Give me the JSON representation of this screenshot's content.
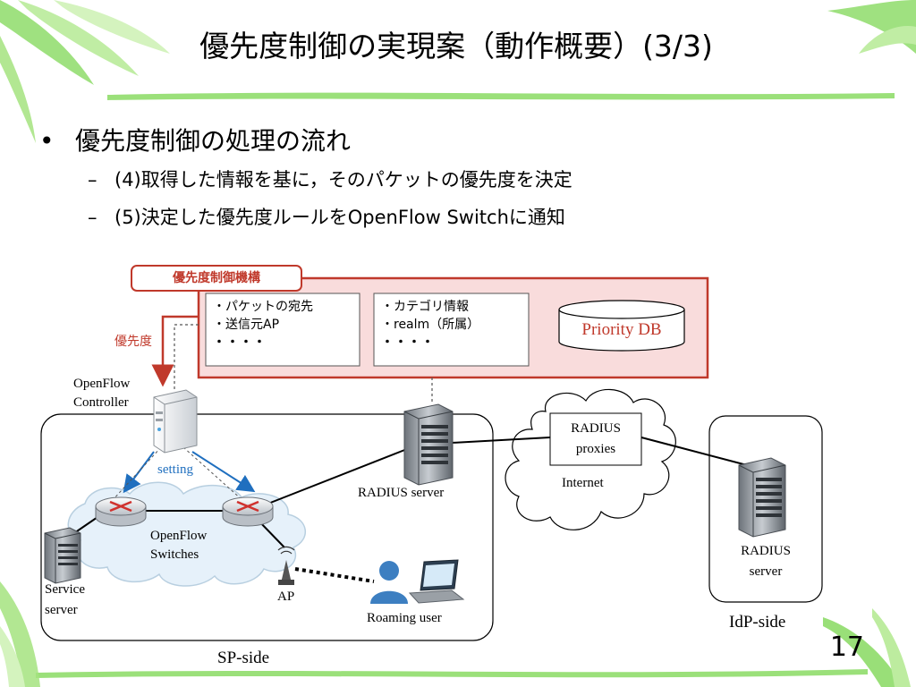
{
  "slide": {
    "title": "優先度制御の実現案（動作概要）(3/3)",
    "bullets": [
      {
        "level": 1,
        "text": "優先度制御の処理の流れ"
      },
      {
        "level": 2,
        "text": "(4)取得した情報を基に，そのパケットの優先度を決定"
      },
      {
        "level": 2,
        "text": "(5)決定した優先度ルールをOpenFlow Switchに通知"
      }
    ],
    "page_number": "17",
    "bullet_symbol": "•",
    "dash_symbol": "–"
  },
  "diagram": {
    "mechanism_label": "優先度制御機構",
    "box1_lines": [
      "・パケットの宛先",
      "・送信元AP",
      "・・・・"
    ],
    "box2_lines": [
      "・カテゴリ情報",
      "・realm（所属）",
      "・・・・"
    ],
    "priority_db": "Priority DB",
    "priority_arrow_label": "優先度",
    "controller_label": [
      "OpenFlow",
      "Controller"
    ],
    "setting_label": "setting",
    "switches_label": [
      "OpenFlow",
      "Switches"
    ],
    "radius_server_label": "RADIUS server",
    "radius_proxies_label": [
      "RADIUS",
      "proxies"
    ],
    "internet_label": "Internet",
    "idp_radius_label": [
      "RADIUS",
      "server"
    ],
    "service_server_label": [
      "Service",
      "server"
    ],
    "ap_label": "AP",
    "roaming_user_label": "Roaming user",
    "sp_side_label": "SP-side",
    "idp_side_label": "IdP-side",
    "colors": {
      "mechanism_fill": "#f9dcdc",
      "mechanism_border": "#c0392b",
      "accent_red": "#c0392b",
      "setting_blue": "#1f6fbf",
      "cloud_fill": "#e6f1fa",
      "leaf_green": "#7fd35f"
    }
  }
}
